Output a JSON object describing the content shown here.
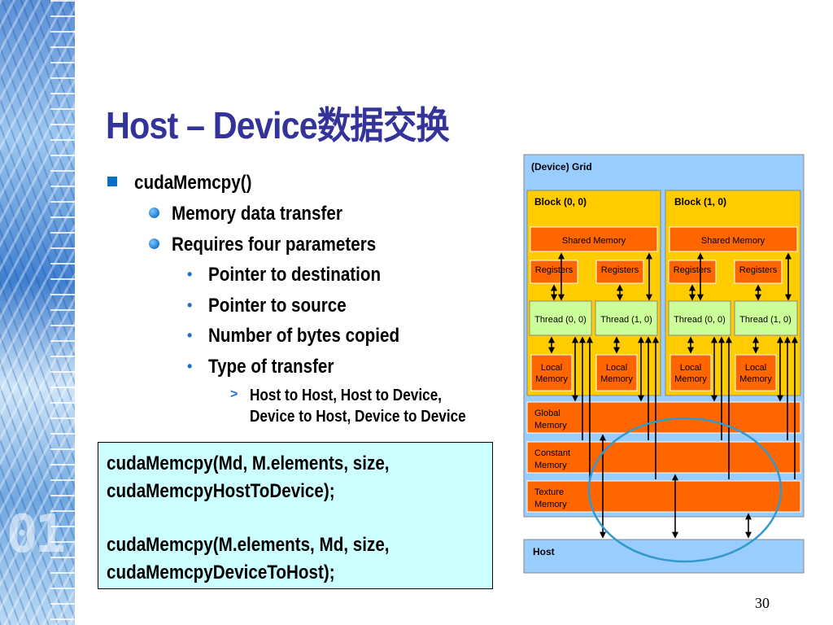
{
  "title": "Host – Device数据交换",
  "bullets": {
    "level1": "cudaMemcpy()",
    "level2": [
      "Memory data transfer",
      "Requires four parameters"
    ],
    "level3": [
      "Pointer to destination",
      "Pointer to source",
      "Number of bytes copied",
      "Type of transfer"
    ],
    "level3_marker": "•",
    "level4_marker": ">",
    "level4_lines": [
      "Host to Host, Host to Device,",
      "Device to Host, Device to Device"
    ]
  },
  "code": [
    "cudaMemcpy(Md, M.elements, size,",
    "cudaMemcpyHostToDevice);",
    "cudaMemcpy(M.elements, Md, size,",
    "cudaMemcpyDeviceToHost);"
  ],
  "diagram": {
    "grid_label": "(Device) Grid",
    "blocks": [
      {
        "label": "Block (0, 0)",
        "threads": [
          "Thread (0, 0)",
          "Thread (1, 0)"
        ]
      },
      {
        "label": "Block (1, 0)",
        "threads": [
          "Thread (0, 0)",
          "Thread (1, 0)"
        ]
      }
    ],
    "shared_memory": "Shared Memory",
    "registers": "Registers",
    "local_memory": [
      "Local",
      "Memory"
    ],
    "global_memory": [
      "Global",
      "Memory"
    ],
    "constant_memory": [
      "Constant",
      "Memory"
    ],
    "texture_memory": [
      "Texture",
      "Memory"
    ],
    "host": "Host",
    "colors": {
      "grid_bg": "#99ccff",
      "block_bg": "#ffcc00",
      "memory": "#ff6600",
      "thread": "#ccff99",
      "ellipse": "#3399cc"
    }
  },
  "page_number": "30"
}
